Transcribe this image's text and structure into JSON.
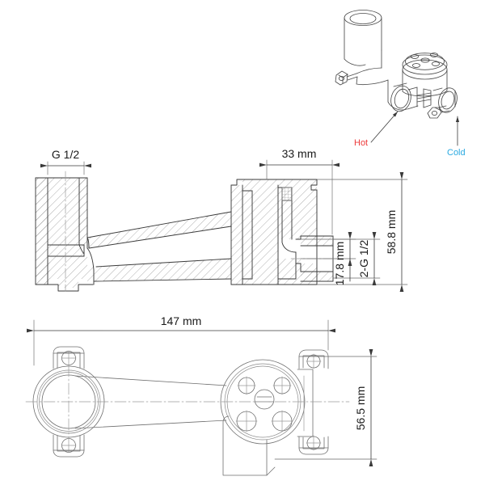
{
  "drawing": {
    "title": "Wall-mounted concealed mixer body technical drawing",
    "views": [
      {
        "name": "isometric-view",
        "label": "3D isometric view"
      },
      {
        "name": "section-view",
        "label": "Cross-section side view"
      },
      {
        "name": "plan-view",
        "label": "Bottom plan view"
      }
    ]
  },
  "callouts": {
    "hot": {
      "text": "Hot",
      "color": "#ed3b3b"
    },
    "cold": {
      "text": "Cold",
      "color": "#29a9e1"
    }
  },
  "dimensions": {
    "thread_left": {
      "text": "G 1/2",
      "value": "G 1/2",
      "orientation": "horizontal"
    },
    "offset_33": {
      "text": "33 mm",
      "value": 33,
      "unit": "mm",
      "orientation": "horizontal"
    },
    "height_58_8": {
      "text": "58.8 mm",
      "value": 58.8,
      "unit": "mm",
      "orientation": "vertical"
    },
    "height_17_8": {
      "text": "17.8 mm",
      "value": 17.8,
      "unit": "mm",
      "orientation": "vertical"
    },
    "thread_ports": {
      "text": "2-G 1/2",
      "value": "2-G 1/2",
      "orientation": "vertical"
    },
    "length_147": {
      "text": "147 mm",
      "value": 147,
      "unit": "mm",
      "orientation": "horizontal"
    },
    "width_56_5": {
      "text": "56.5 mm",
      "value": 56.5,
      "unit": "mm",
      "orientation": "vertical"
    }
  },
  "style": {
    "line_color": "#3a3a3a",
    "thin_line_color": "#808080",
    "hatch_color": "#8c8c8c",
    "center_line_color": "#9a9a9a",
    "text_color": "#1a1a1a",
    "background": "#ffffff"
  }
}
